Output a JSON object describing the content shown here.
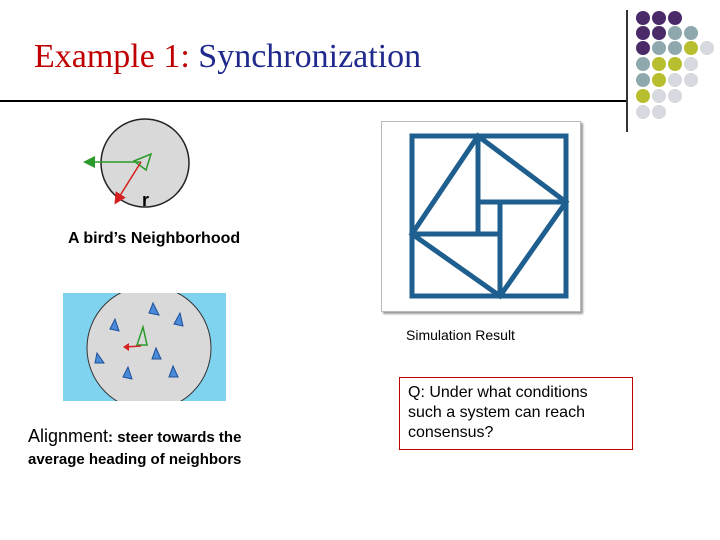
{
  "slide": {
    "title_prefix": "Example 1:",
    "title_main": "Synchronization",
    "title_color_prefix": "#c00000",
    "title_color_main": "#1f2a8c"
  },
  "neighborhood": {
    "radius_label": "r",
    "caption": "A bird’s Neighborhood"
  },
  "simulation": {
    "caption": "Simulation Result"
  },
  "alignment": {
    "lead": "Alignment",
    "rest_line1": ": steer towards the",
    "line2": "average heading of neighbors"
  },
  "question": {
    "text": "Q: Under what conditions such a system can reach consensus?"
  },
  "decor": {
    "dot_colors": [
      "#4b2a6a",
      "#8ea8ad",
      "#b7bf2e",
      "#d8d8e0"
    ]
  }
}
